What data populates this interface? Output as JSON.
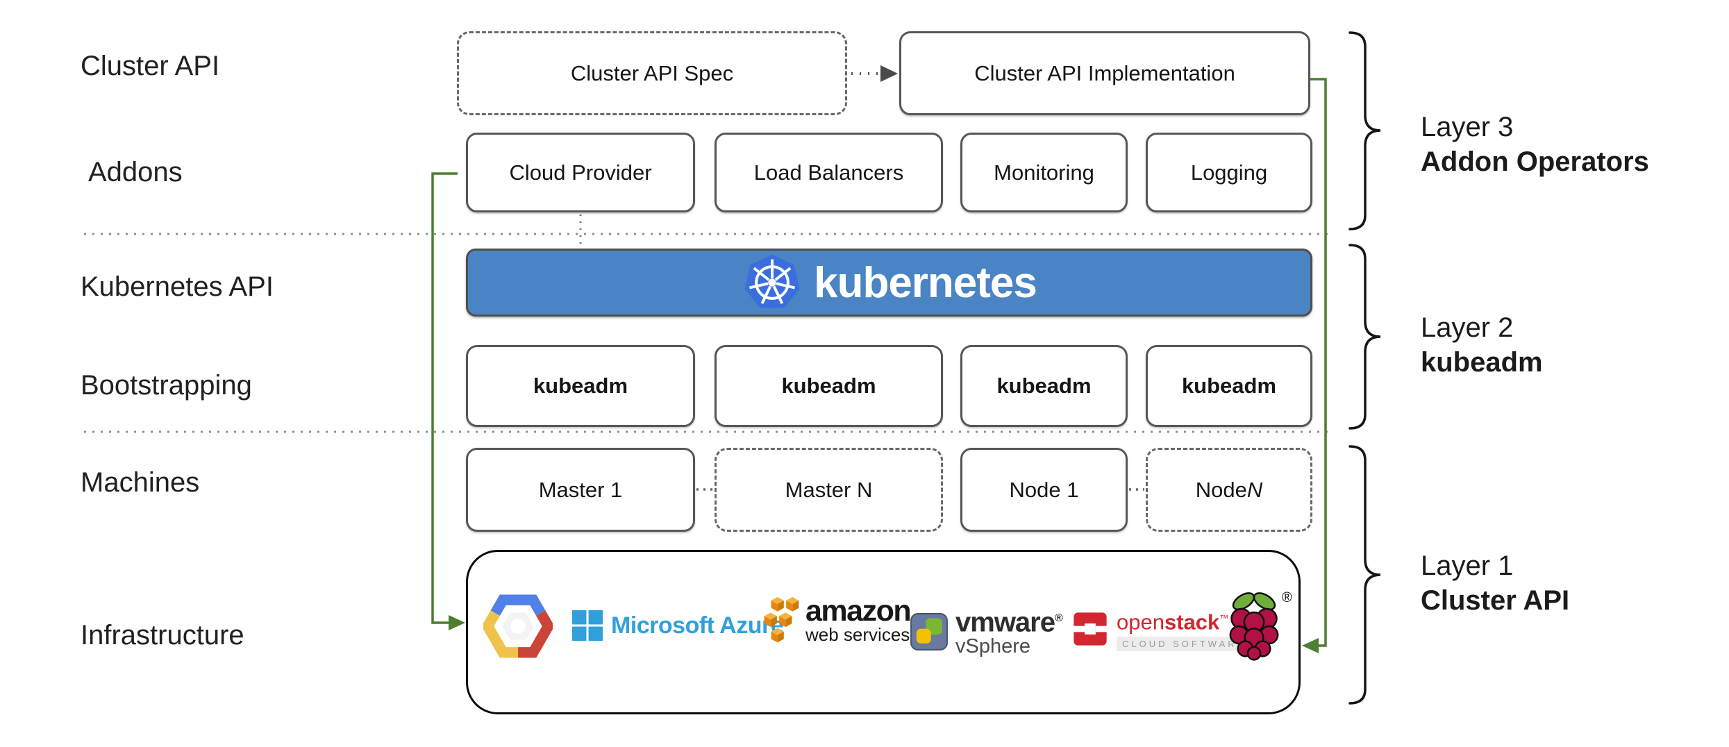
{
  "left_labels": [
    "Cluster API",
    "Addons",
    "Kubernetes API",
    "Bootstrapping",
    "Machines",
    "Infrastructure"
  ],
  "top_row": {
    "spec": "Cluster API Spec",
    "implementation": "Cluster API Implementation"
  },
  "addons": [
    "Cloud Provider",
    "Load Balancers",
    "Monitoring",
    "Logging"
  ],
  "kubernetes_banner": {
    "wordmark": "kubernetes"
  },
  "bootstrapping": [
    "kubeadm",
    "kubeadm",
    "kubeadm",
    "kubeadm"
  ],
  "machines": [
    {
      "prefix": "Master 1",
      "suffix": ""
    },
    {
      "prefix": "Master N",
      "suffix": ""
    },
    {
      "prefix": "Node 1",
      "suffix": ""
    },
    {
      "prefix": "Node ",
      "suffix": "N"
    }
  ],
  "infrastructure": {
    "providers": [
      "google-cloud-platform",
      "microsoft-azure",
      "amazon-web-services",
      "vmware-vsphere",
      "openstack",
      "raspberry-pi"
    ],
    "azure_label": "Microsoft Azure",
    "aws_title": "amazon",
    "aws_subtitle": "web services",
    "vmware_title": "vmware",
    "vmware_reg": "®",
    "vmware_subtitle": "vSphere",
    "openstack_t1": "open",
    "openstack_t2": "stack",
    "openstack_tm": "™",
    "openstack_subtitle": "CLOUD SOFTWARE",
    "raspberry_reg": "®"
  },
  "layers": [
    {
      "line1": "Layer 3",
      "line2": "Addon Operators"
    },
    {
      "line1": "Layer 2",
      "line2": "kubeadm"
    },
    {
      "line1": "Layer 1",
      "line2": "Cluster API"
    }
  ],
  "colors": {
    "green": "#4e7e32",
    "bannerBlue": "#4b84c4",
    "logoBlue": "#3a6ede",
    "azureBlue": "#31a0da",
    "awsOrange": "#e8860c",
    "awsOrangeLight": "#f8b13d",
    "awsOrangeDark": "#c97b06",
    "openstackRed": "#d22630",
    "raspberry": "#b11243",
    "leafGreen": "#6fae3a",
    "gcpBlue": "#5080e8",
    "gcpRed": "#cc4437",
    "gcpYellow": "#f0c24a",
    "vmGray": "#6a79a0",
    "vmGreen": "#78b833",
    "vmYellow": "#f2c200"
  }
}
